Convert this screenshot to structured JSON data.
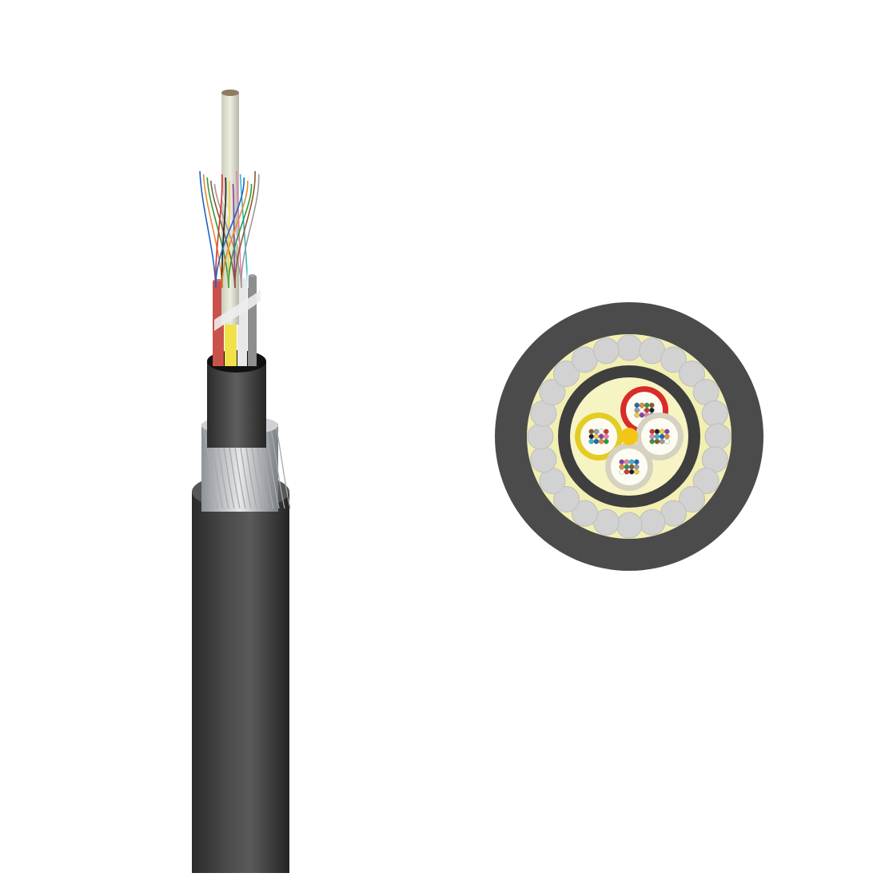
{
  "palette": {
    "background": "#ffffff",
    "outer_jacket": "#4b4b4b",
    "outer_jacket_highlight": "#5c5c5c",
    "armor_bed": "#f2efb2",
    "armor_wire": "#d2d2d2",
    "inner_sheath": "#3f3f3f",
    "core_fill": "#f7f4c4",
    "steel_wire": "#b9bcc0",
    "tube_red": "#e0423f",
    "tube_yellow": "#f2e14a",
    "tube_white": "#f0f0f0",
    "tube_beige": "#ece6d4",
    "central_member": "#fff8e2"
  },
  "fiber_colors": [
    "#1f63c4",
    "#e68a2e",
    "#2e9a3e",
    "#8a5a2f",
    "#9a9a9a",
    "#ffffff",
    "#d6332c",
    "#222222",
    "#efd23a",
    "#8b3fa6",
    "#e57fb0",
    "#32b6c9"
  ],
  "cross_section": {
    "armor_wire_count": 24,
    "loose_tubes": [
      {
        "name": "red-tube",
        "color_key": "tube_red",
        "angle": 60
      },
      {
        "name": "yellow-tube",
        "color_key": "tube_yellow",
        "angle": 180
      },
      {
        "name": "white-tube-right",
        "color_key": "tube_beige",
        "angle": 0
      },
      {
        "name": "white-tube-bottom",
        "color_key": "tube_white",
        "angle": 270
      }
    ]
  },
  "cable_view": {
    "tube_colors": [
      "#c9524a",
      "#f2e14a",
      "#e8e8e8",
      "#8e8e8e"
    ]
  }
}
